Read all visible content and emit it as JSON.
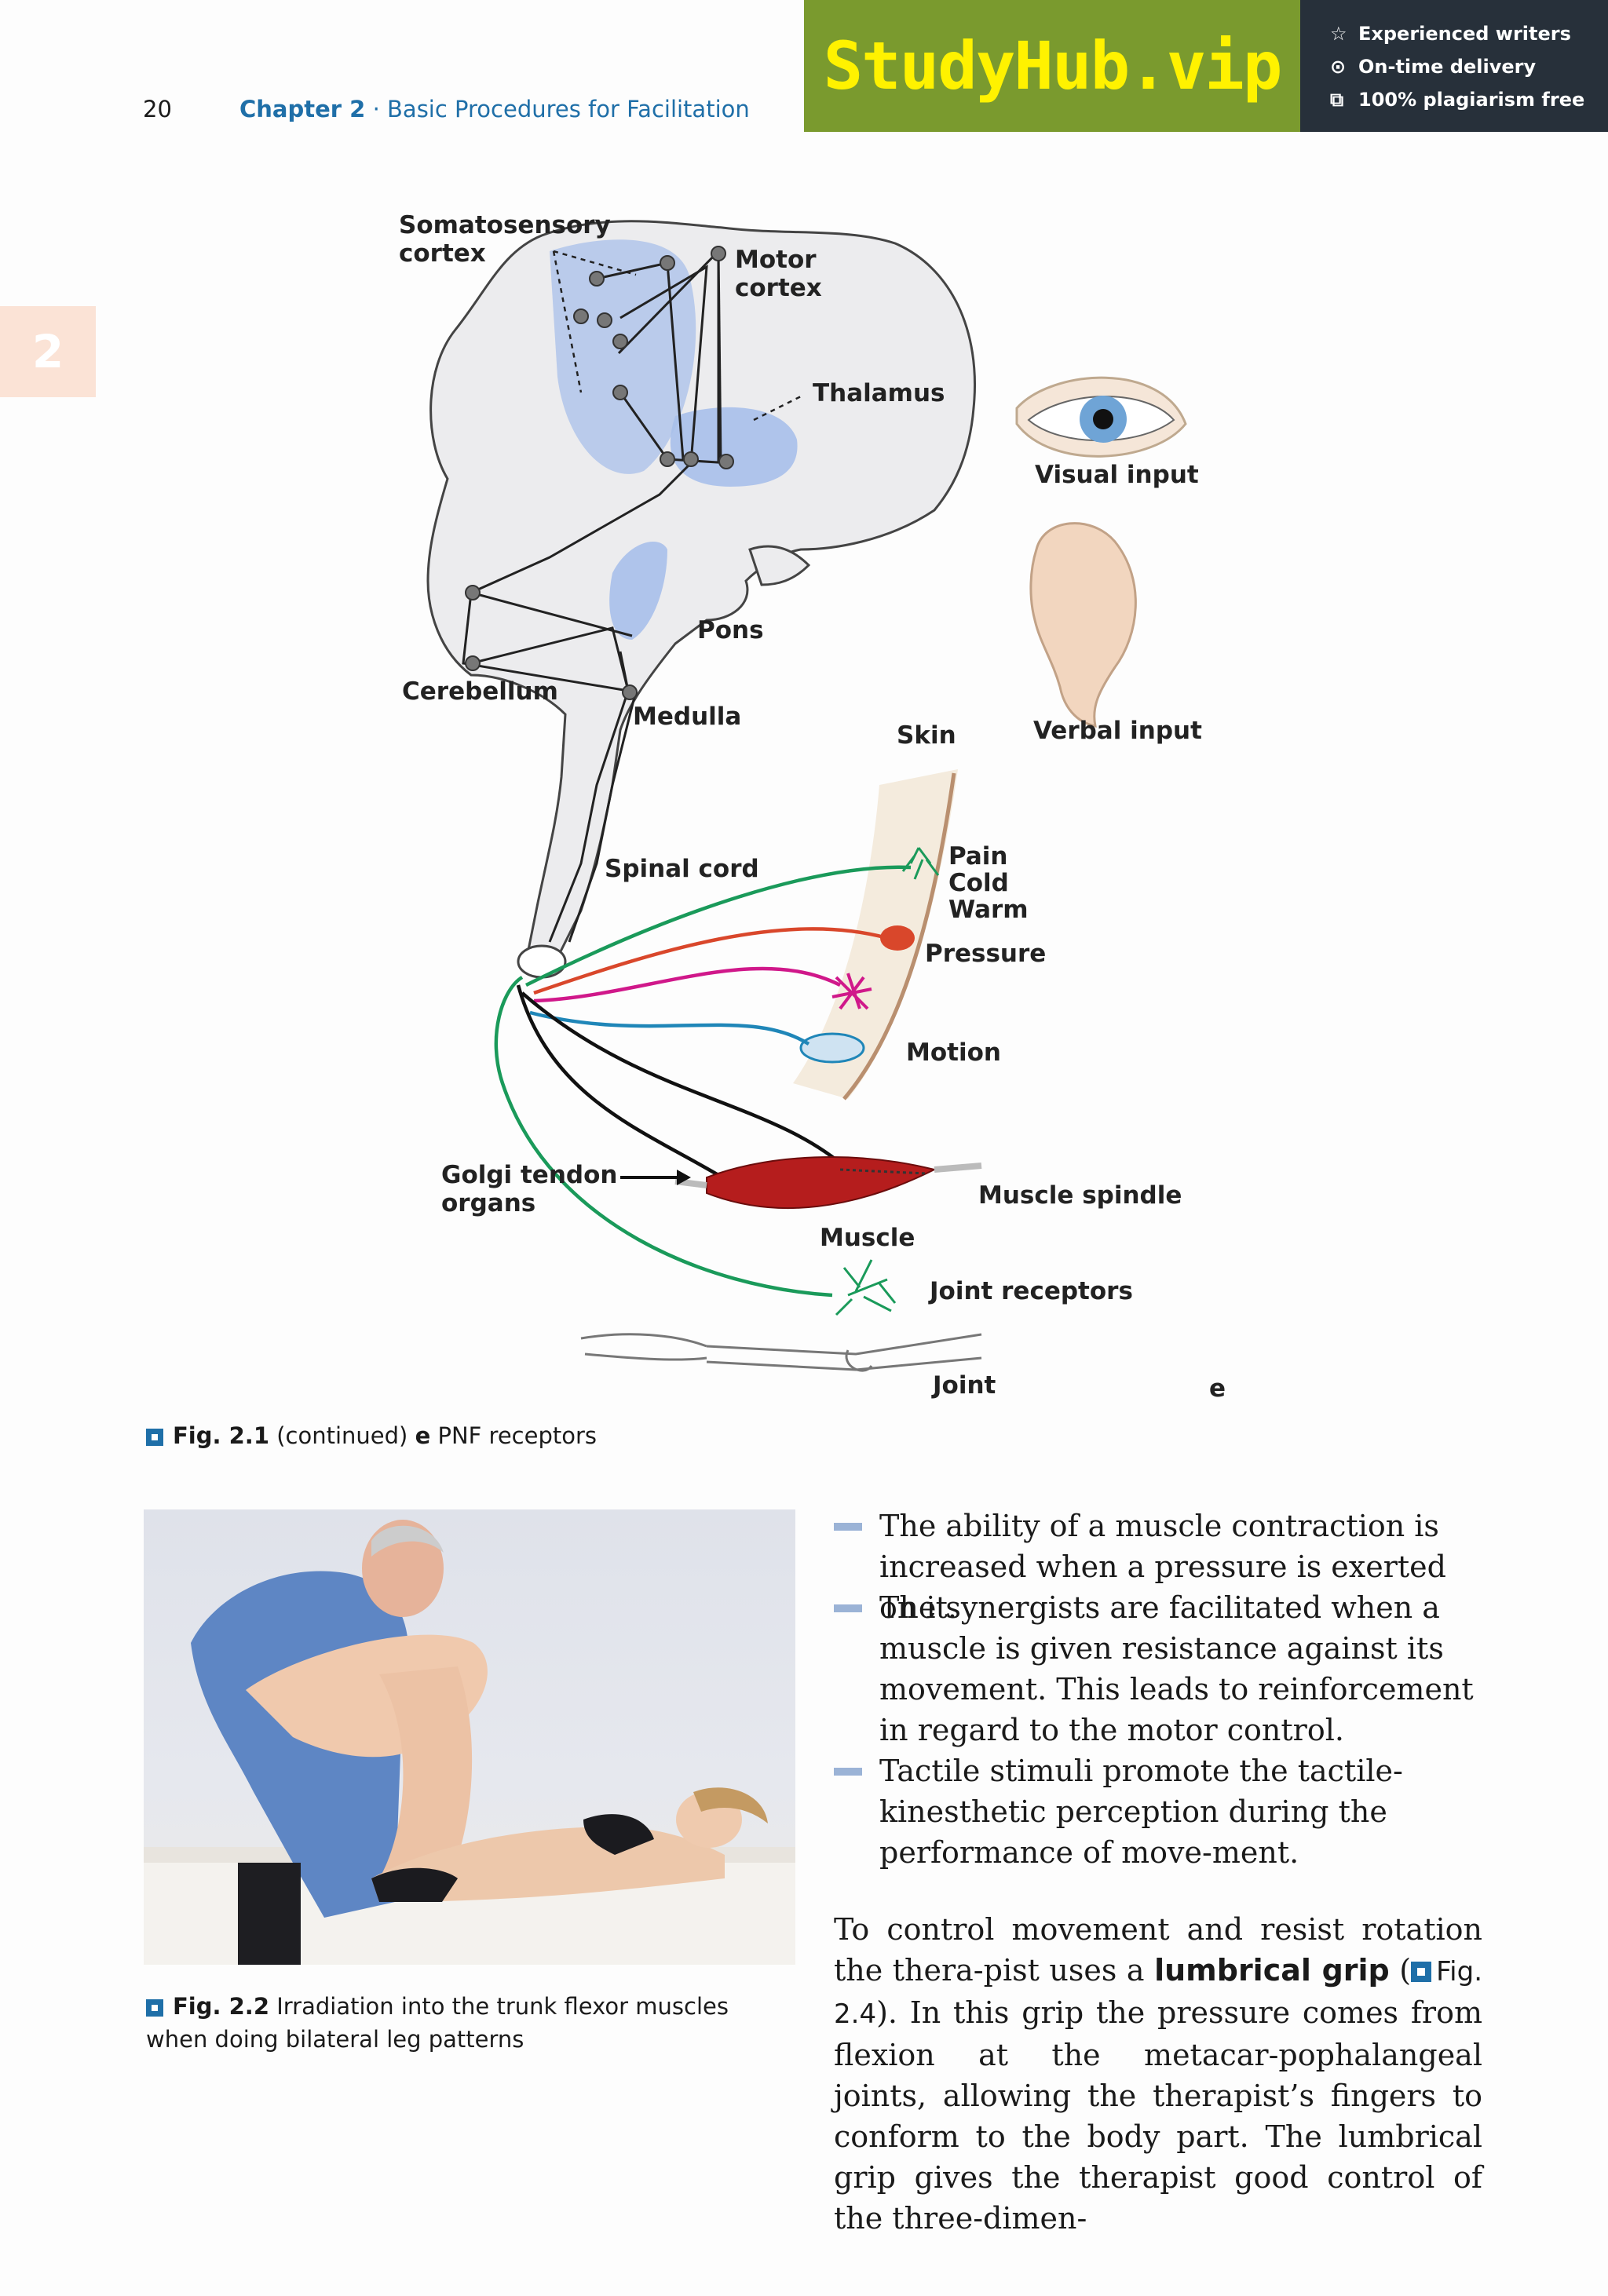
{
  "header": {
    "page_number": "20",
    "chapter": "Chapter 2",
    "separator": " · ",
    "section": "Basic Procedures for Facilitation"
  },
  "banner": {
    "logo": "StudyHub.vip",
    "features": [
      "Experienced writers",
      "On-time delivery",
      "100% plagiarism free"
    ]
  },
  "side_tab": "2",
  "figure1": {
    "labels": {
      "somatosensory_cortex": "Somatosensory\ncortex",
      "motor_cortex": "Motor\ncortex",
      "thalamus": "Thalamus",
      "visual_input": "Visual input",
      "pons": "Pons",
      "cerebellum": "Cerebellum",
      "medulla": "Medulla",
      "skin": "Skin",
      "verbal_input": "Verbal input",
      "spinal_cord": "Spinal cord",
      "pain": "Pain",
      "cold": "Cold",
      "warm": "Warm",
      "pressure": "Pressure",
      "motion": "Motion",
      "golgi": "Golgi tendon\norgans",
      "muscle_spindle": "Muscle spindle",
      "muscle": "Muscle",
      "joint_receptors": "Joint receptors",
      "joint": "Joint",
      "panel_letter": "e"
    },
    "caption_label": "Fig. 2.1",
    "caption_text": "(continued) ",
    "caption_bold": "e",
    "caption_rest": " PNF receptors"
  },
  "figure2": {
    "caption_label": "Fig. 2.2",
    "caption_text": "Irradiation into the trunk flexor muscles when doing bilateral leg patterns"
  },
  "bullets": [
    "The ability of a muscle contraction is increased when a pressure is exerted on it.",
    "The synergists are facilitated when a muscle is given resistance against its movement. This leads to reinforcement in regard to the motor control.",
    "Tactile stimuli promote the tactile-kinesthetic perception during the performance of move-ment."
  ],
  "paragraph": {
    "before": "To control movement and resist rotation the thera-pist uses a ",
    "bold": "lumbrical grip",
    "mid1": " (",
    "ref": "Fig. 2.4",
    "after": "). In this grip the pressure comes from flexion at the metacar-pophalangeal joints, allowing the therapist’s fingers to conform to the body part. The lumbrical grip gives the therapist good control of the three-dimen-"
  },
  "colors": {
    "accent_blue": "#1f6fa8",
    "banner_green": "#7a9a2e",
    "banner_dark": "#27303a",
    "logo_yellow": "#fff200",
    "tab_peach": "#fbe3d6",
    "pathway_green": "#1a9a5a",
    "pathway_red": "#d9472b",
    "pathway_magenta": "#d0188a",
    "pathway_blue": "#1f86b8"
  }
}
